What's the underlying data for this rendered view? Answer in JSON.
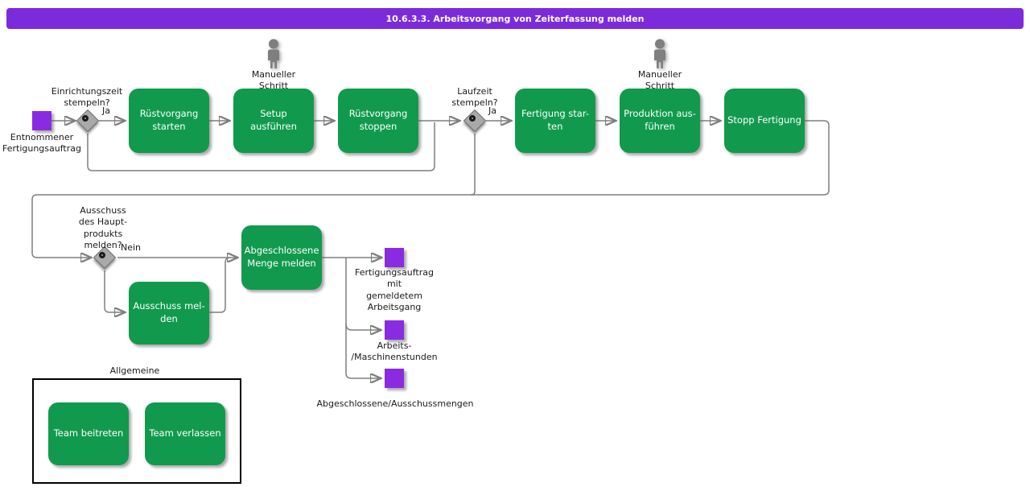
{
  "title": "10.6.3.3. Arbeitsvorgang von Zeiterfassung melden",
  "colors": {
    "title_purple": "#7C2BDB",
    "event_purple": "#8A2BE2",
    "activity_green": "#119A4D",
    "line_gray": "#7F7F7F",
    "gateway_gray": "#A9A9A9",
    "text_dark": "#1a1a1a"
  },
  "nodes": {
    "start_event": "Entnommener\nFertigungsauftrag",
    "gw1_question": "Einrichtungszeit\nstempeln?",
    "gw1_branch": "Ja",
    "act_ruest_starten": "Rüstvorgang\nstarten",
    "manual_step_1": "Manueller\nSchritt",
    "act_setup": "Setup ausführen",
    "act_ruest_stoppen": "Rüstvorgang\nstoppen",
    "gw2_question": "Laufzeit\nstempeln?",
    "gw2_branch": "Ja",
    "act_fertigung_starten": "Fertigung star-\nten",
    "manual_step_2": "Manueller\nSchritt",
    "act_produktion": "Produktion aus-\nführen",
    "act_stopp_fertigung": "Stopp Fertigung",
    "gw3_question": "Ausschuss\ndes Haupt-\nprodukts\nmelden?",
    "gw3_branch": "Nein",
    "act_abgeschlossene_menge": "Abgeschlossene\nMenge melden",
    "act_ausschuss_melden": "Ausschuss mel-\nden",
    "out_fertigungsauftrag": "Fertigungsauftrag\nmit\ngemeldetem\nArbeitsgang",
    "out_stunden": "Arbeits-\n/Maschinenstunden",
    "out_mengen": "Abgeschlossene/Ausschussmengen",
    "partition_label": "Allgemeine",
    "act_team_beitreten": "Team beitreten",
    "act_team_verlassen": "Team verlassen"
  }
}
